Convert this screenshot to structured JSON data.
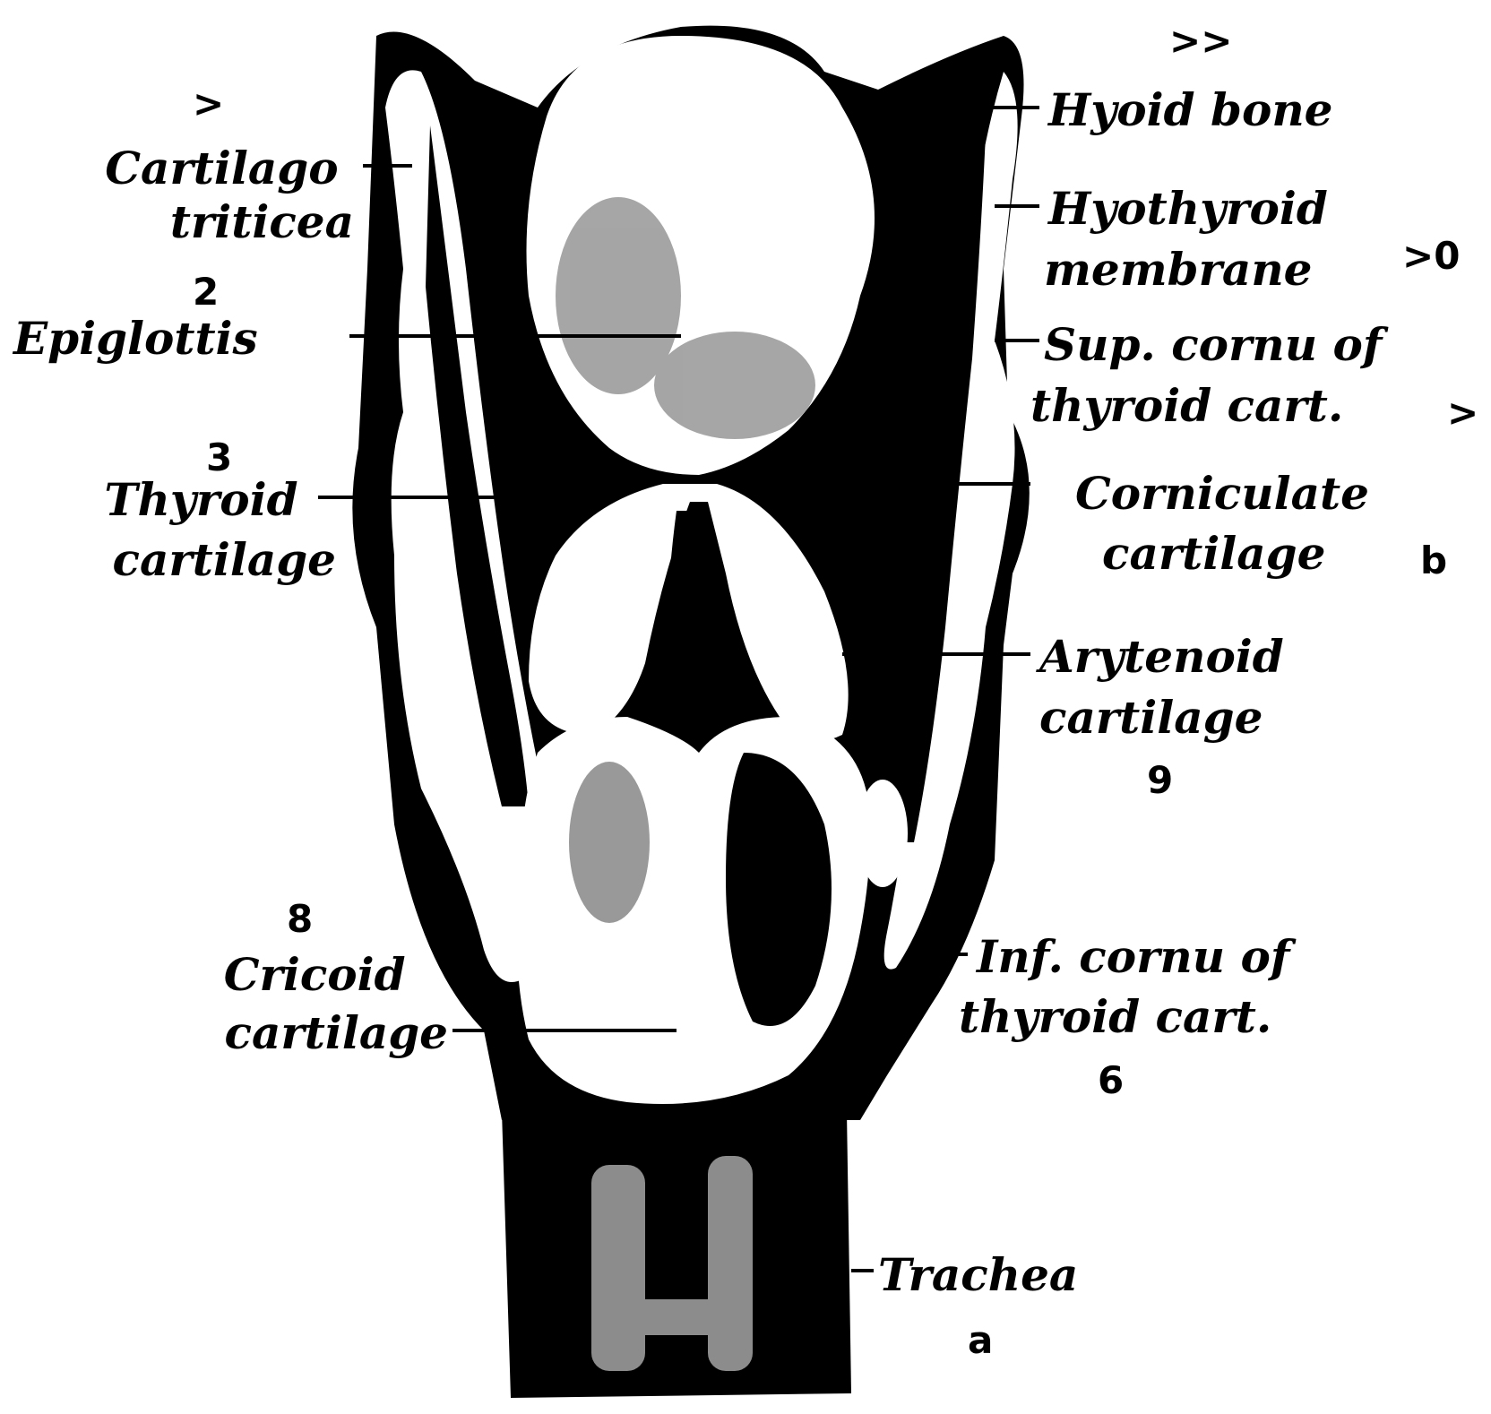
{
  "colors": {
    "ink": "#000000",
    "paper": "#ffffff"
  },
  "labels": {
    "cartilago_triticea": [
      "Cartilago",
      "triticea"
    ],
    "epiglottis": [
      "Epiglottis"
    ],
    "thyroid_cartilage": [
      "Thyroid",
      "cartilage"
    ],
    "cricoid_cartilage": [
      "Cricoid",
      "cartilage"
    ],
    "hyoid_bone": [
      "Hyoid bone"
    ],
    "hyothyroid_membrane": [
      "Hyothyroid",
      "membrane"
    ],
    "sup_cornu": [
      "Sup. cornu of",
      "thyroid cart."
    ],
    "corniculate_cartilage": [
      "Corniculate",
      "cartilage"
    ],
    "arytenoid_cartilage": [
      "Arytenoid",
      "cartilage"
    ],
    "inf_cornu": [
      "Inf. cornu of",
      "thyroid cart."
    ],
    "trachea": [
      "Trachea"
    ]
  },
  "marks": {
    "m1": ">",
    "m2": "2",
    "m3": "3",
    "m8": "8",
    "m11": ">>",
    "m10": ">0",
    "m_sup": ">",
    "m_corn": "b",
    "m9": "9",
    "m_inf": "6",
    "m_trachea": "a"
  }
}
